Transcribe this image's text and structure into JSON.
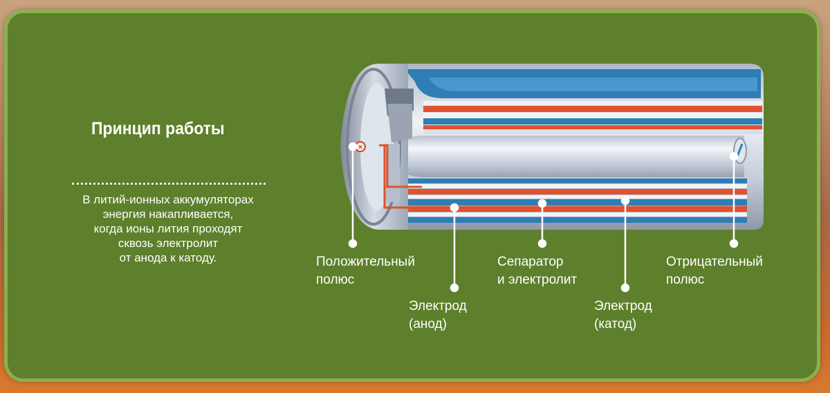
{
  "title": "Принцип работы",
  "description": [
    "В литий-ионных аккумуляторах",
    "энергия накапливается,",
    "когда ионы лития проходят",
    "сквозь электролит",
    "от анода к катоду."
  ],
  "labels": {
    "positive": [
      "Положительный",
      "полюс"
    ],
    "anode": [
      "Электрод",
      "(анод)"
    ],
    "separator": [
      "Сепаратор",
      "и электролит"
    ],
    "cathode": [
      "Электрод",
      "(катод)"
    ],
    "negative": [
      "Отрицательный",
      "полюс"
    ]
  },
  "colors": {
    "panel": "#5e7f2b",
    "panel_border": "#8bb04e",
    "blue_layer": "#2e7db5",
    "red_layer": "#e0522e",
    "metal": "#c7d1dd"
  },
  "icons": {
    "positive_terminal": "x-mark-icon",
    "negative_terminal": "slash-mark-icon"
  }
}
